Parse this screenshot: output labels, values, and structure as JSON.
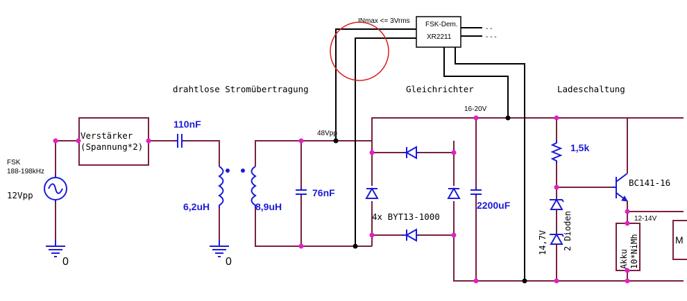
{
  "sections": {
    "wireless": "drahtlose Stromübertragung",
    "rectifier": "Gleichrichter",
    "charger": "Ladeschaltung"
  },
  "source": {
    "name": "FSK",
    "freq": "188-198kHz",
    "amplitude": "12Vpp",
    "ground": "0"
  },
  "amplifier": {
    "line1": "Verstärker",
    "line2": "(Spannung*2)"
  },
  "components": {
    "c_series": "110nF",
    "l_primary": "6,2uH",
    "l_secondary": "8,9uH",
    "c_parallel": "76nF",
    "c_filter": "2200uF",
    "resistor": "1,5k",
    "transistor": "BC141-16",
    "diodes_bridge": "4x  BYT13-1000",
    "zener_voltage": "14,7V",
    "zener_label": "2 Dioden"
  },
  "nodes": {
    "secondary_voltage": "48Vpp",
    "rectified_voltage": "16-20V",
    "charge_voltage": "12-14V",
    "secondary_ground": "0"
  },
  "demod": {
    "line1": "FSK-Dem.",
    "line2": "XR2211",
    "input_note": "INmax <= 3Vrms",
    "out1": "- -",
    "out2": "- - -"
  },
  "battery": {
    "line1": "Akku",
    "line2": "10*NiMh"
  },
  "load": {
    "label": "M"
  }
}
